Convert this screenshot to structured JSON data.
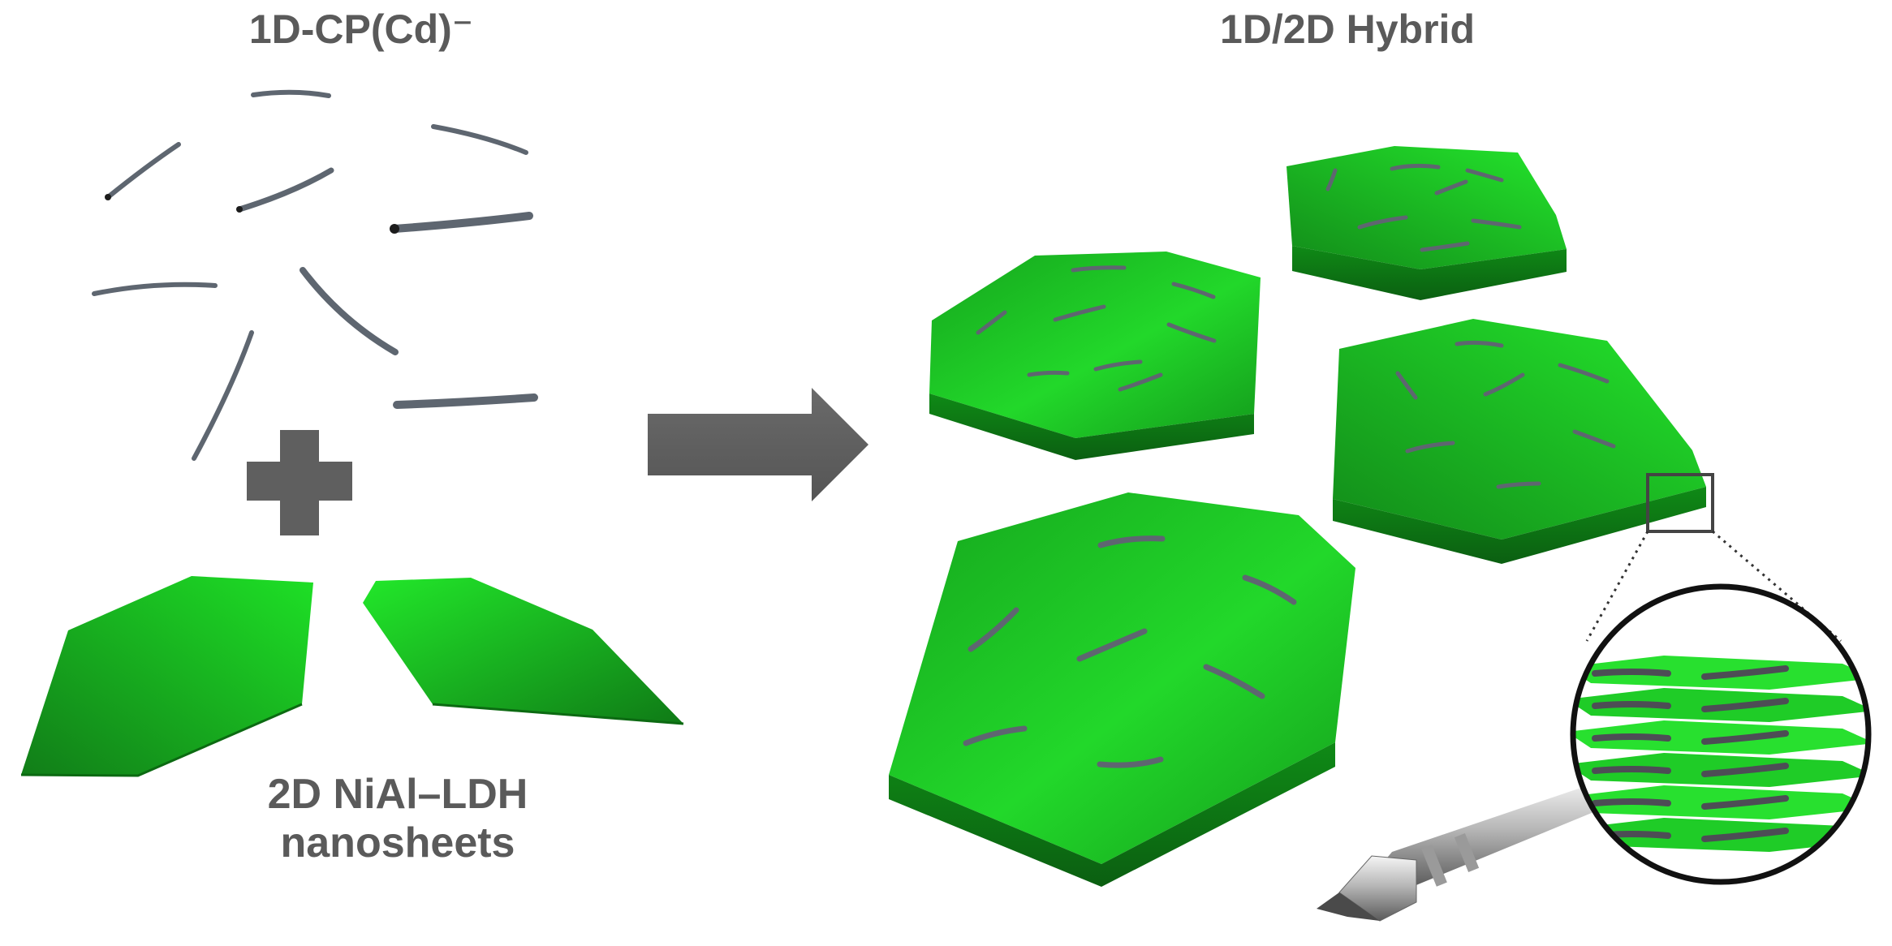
{
  "labels": {
    "left_title": "1D-CP(Cd)⁻",
    "right_title": "1D/2D Hybrid",
    "bottom_line1": "2D NiAl–LDH",
    "bottom_line2": "nanosheets"
  },
  "colors": {
    "sheet_light": "#22e02a",
    "sheet_dark": "#13801a",
    "sheet_edge": "#0d6a13",
    "rod": "#5e6670",
    "arrow": "#5f5f5f",
    "plus": "#5f5f5f",
    "label": "#5a5a5a"
  },
  "icons": [
    "plus-icon",
    "right-arrow-icon",
    "magnifier-icon"
  ]
}
